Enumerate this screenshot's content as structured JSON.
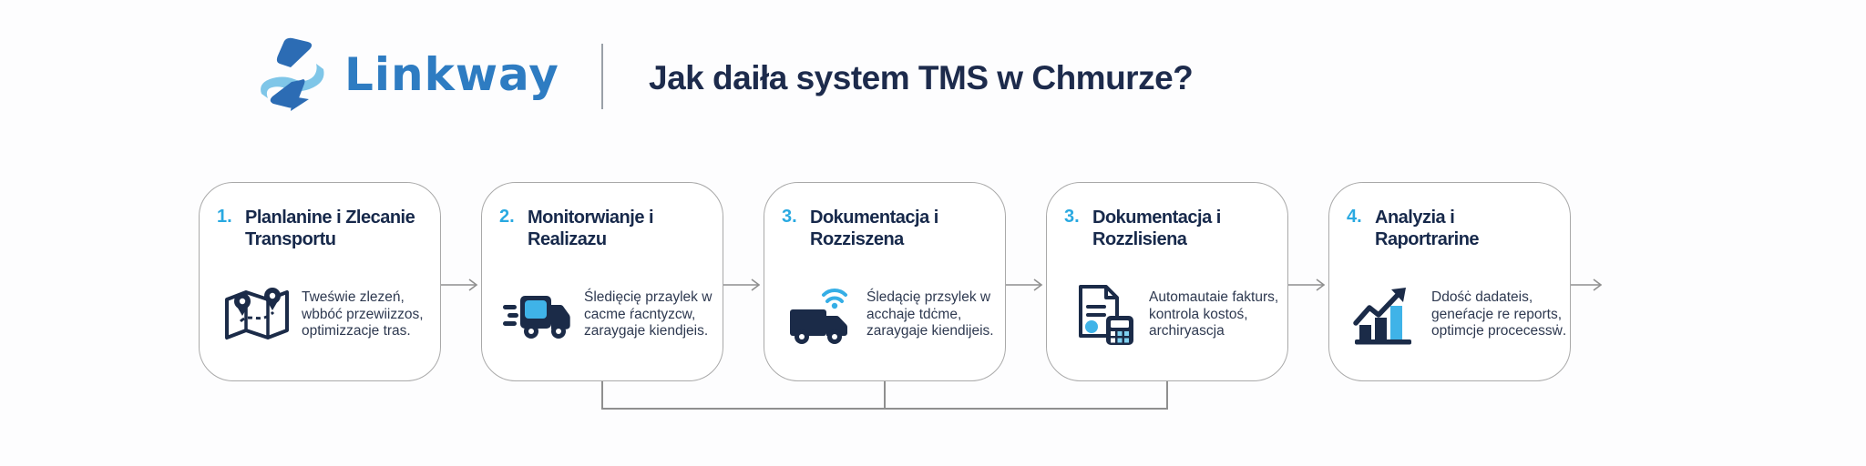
{
  "header": {
    "brand": "Linkway",
    "title": "Jak daiła system TMS w Chmurze?"
  },
  "colors": {
    "accent_blue": "#29a9e1",
    "icon_navy": "#1b2b48",
    "icon_light_blue": "#3fb3e8",
    "logo_blue": "#2e7cc2",
    "logo_ribbon_dark": "#2c6cb4",
    "logo_ribbon_light": "#7fc6e8",
    "card_border": "#a9a9a9",
    "connector_gray": "#8f8f8f",
    "title_navy": "#1d2b4c"
  },
  "steps": [
    {
      "number": "1.",
      "title": "Planlanine i Zlecanie Transportu",
      "description": "Tweświe zlezeń, wbbóć przewiizzos, optimizzacje tras.",
      "icon": "map-route-icon"
    },
    {
      "number": "2.",
      "title": "Monitorwianje i Realizazu",
      "description": "Śledięcię przaylek w cacme ŕacntyzcw, zaraygaje kiendjeis.",
      "icon": "delivery-truck-icon"
    },
    {
      "number": "3.",
      "title": "Dokumentacja i Rozziszena",
      "description": "Śledącię przsylek w acchaje tdċme, zaraygaje kiendijeis.",
      "icon": "truck-wifi-icon"
    },
    {
      "number": "3.",
      "title": "Dokumentacja i Rozzlisiena",
      "description": "Automautaie fakturs, kontrola kostoś, archiryascja",
      "icon": "invoice-calculator-icon"
    },
    {
      "number": "4.",
      "title": "Analyzia i Raportrarine",
      "description": "Ddośċ dadateis, geneŕacje re reports, optimcje procecessẇ.",
      "icon": "growth-chart-icon"
    }
  ]
}
